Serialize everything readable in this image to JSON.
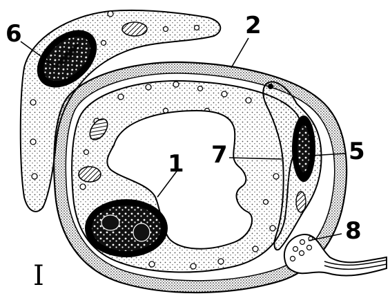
{
  "figure": {
    "panel_label": "I",
    "labels": [
      {
        "id": "1",
        "text": "1"
      },
      {
        "id": "2",
        "text": "2"
      },
      {
        "id": "5",
        "text": "5"
      },
      {
        "id": "6",
        "text": "6"
      },
      {
        "id": "7",
        "text": "7"
      },
      {
        "id": "8",
        "text": "8"
      }
    ],
    "colors": {
      "ink": "#000000",
      "background": "#ffffff",
      "stipple": "#555555"
    }
  }
}
